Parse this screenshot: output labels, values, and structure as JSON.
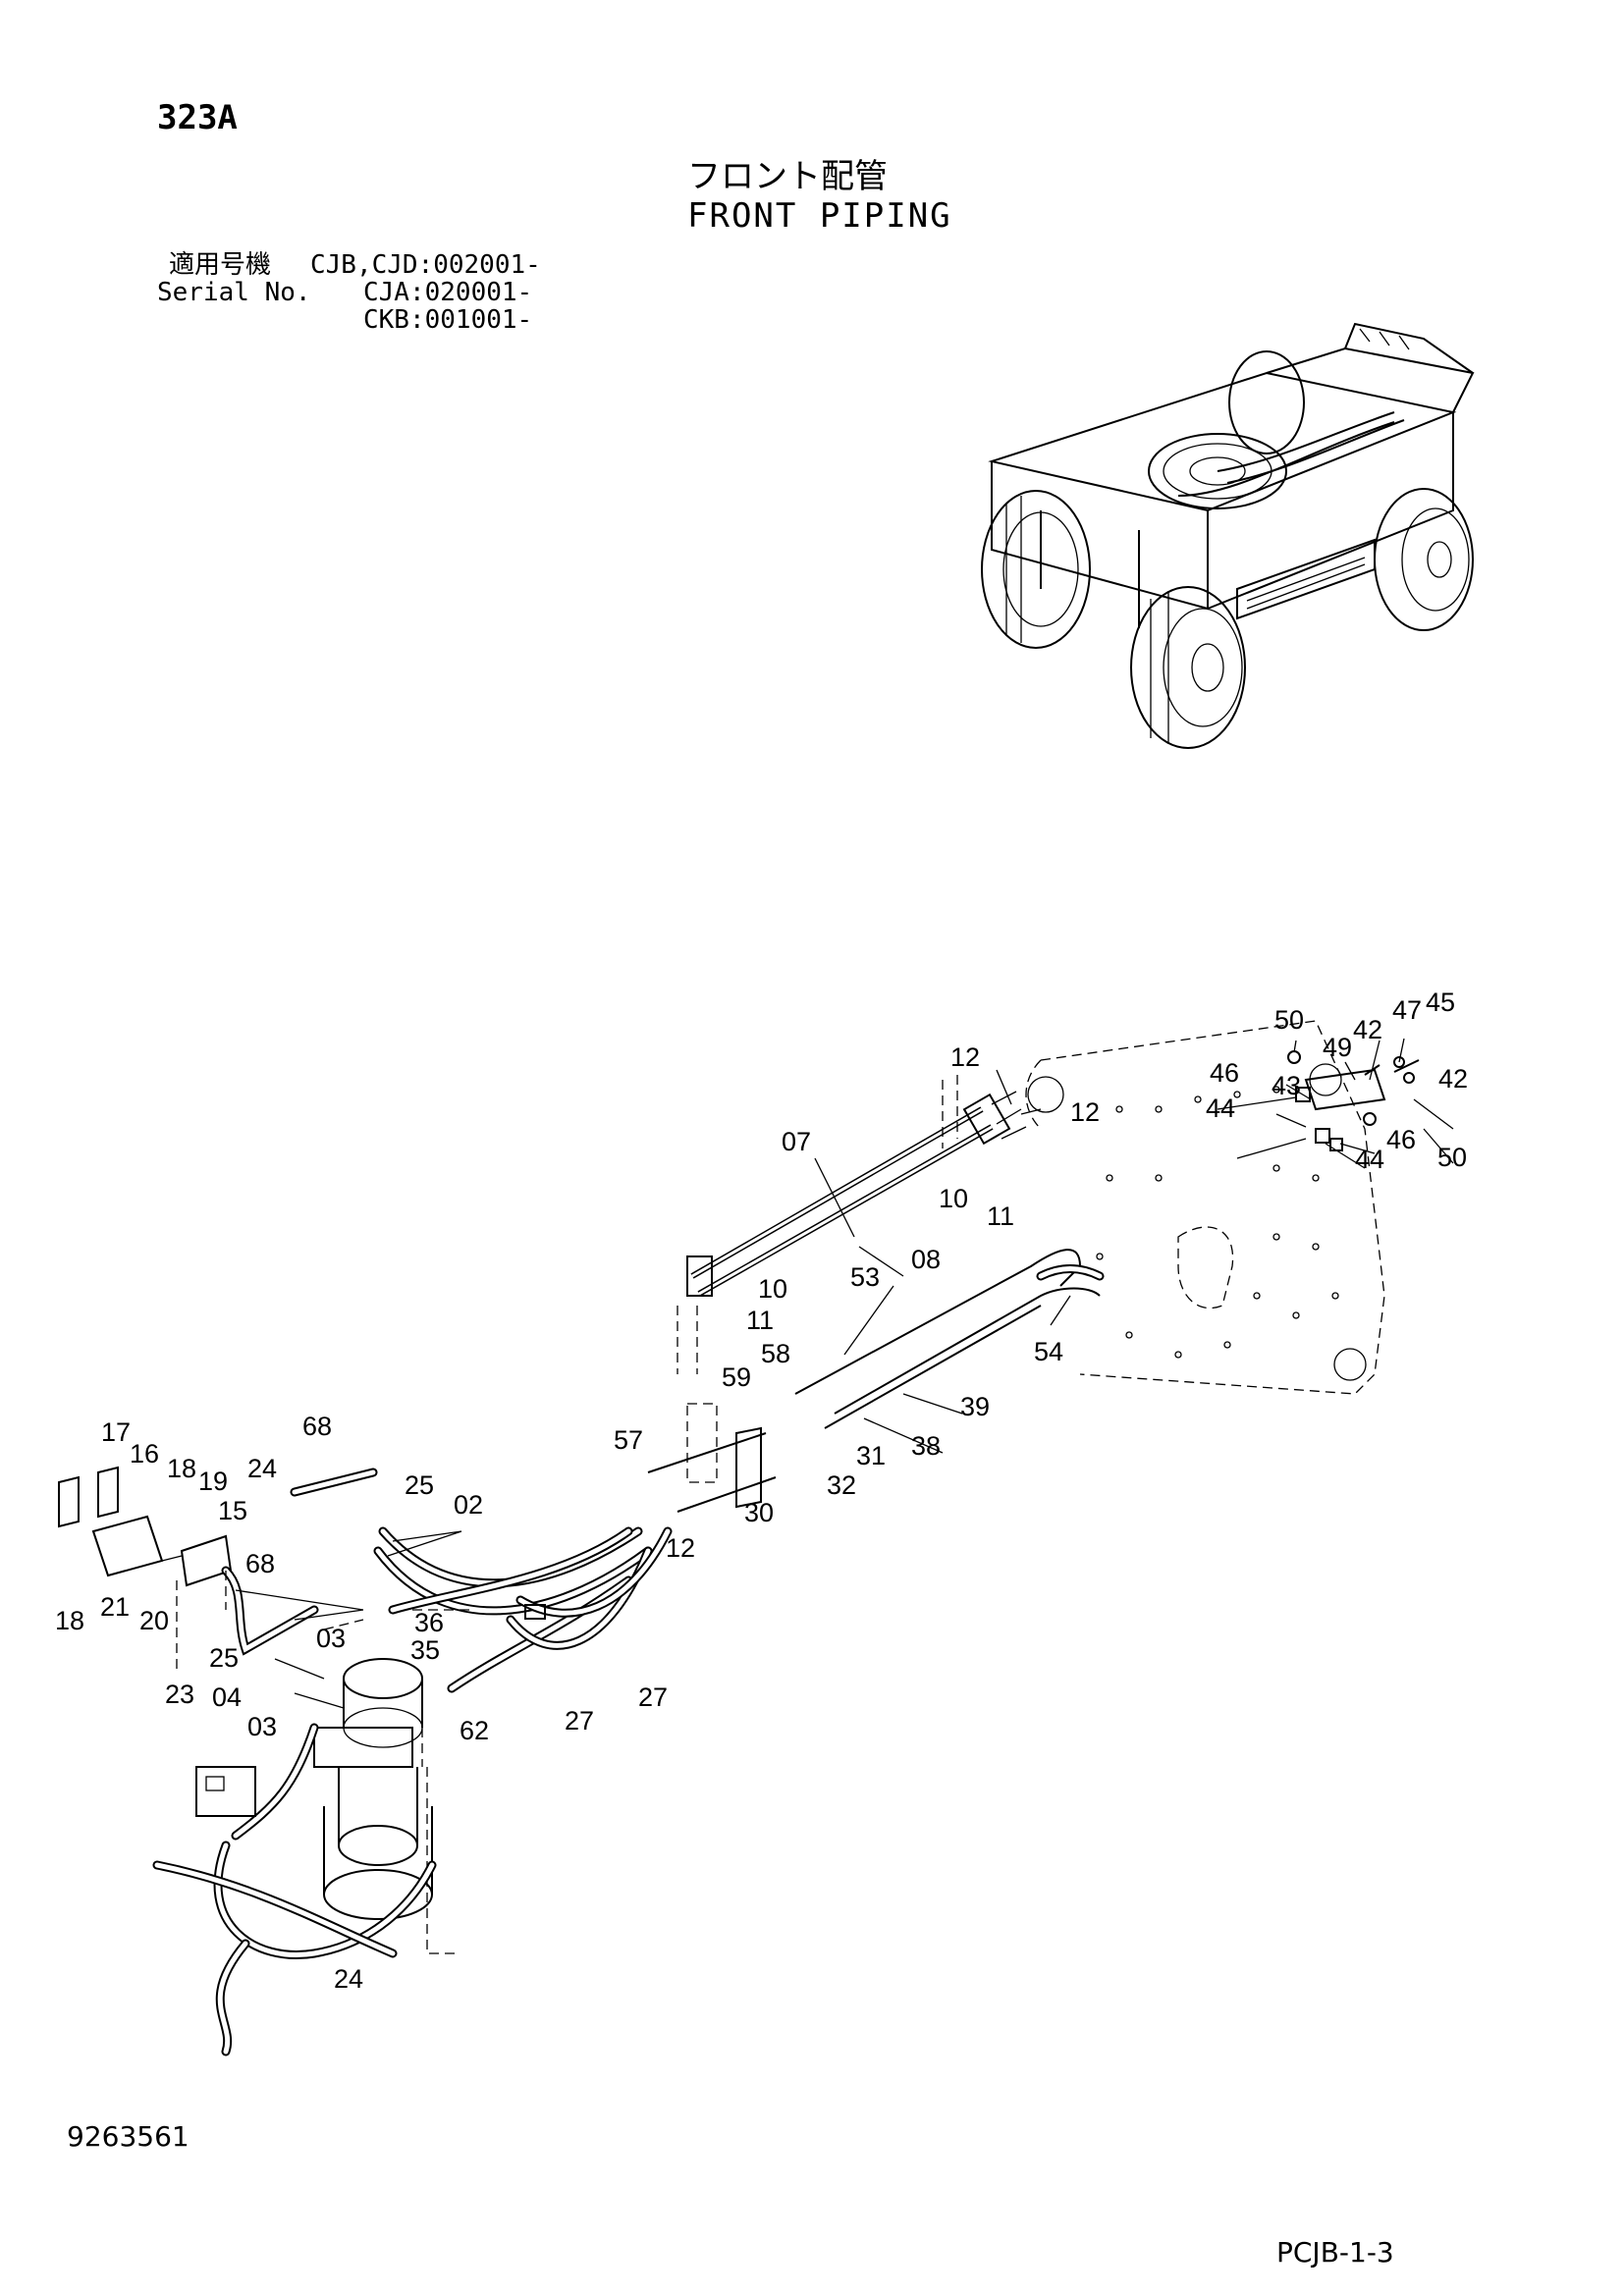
{
  "header": {
    "page_code": "323A",
    "title_jp": "フロント配管",
    "title_en": "FRONT PIPING"
  },
  "serial": {
    "label_jp": "適用号機",
    "label_en": "Serial No.",
    "values": [
      "CJB,CJD:002001-",
      "CJA:020001-",
      "CKB:001001-"
    ]
  },
  "footer": {
    "doc_number": "9263561",
    "sheet_code": "PCJB-1-3"
  },
  "callouts": {
    "c50a": "50",
    "c47": "47",
    "c45": "45",
    "c42a": "42",
    "c49": "49",
    "c42b": "42",
    "c46a": "46",
    "c43": "43",
    "c44a": "44",
    "c46b": "46",
    "c44b": "44",
    "c50b": "50",
    "c12a": "12",
    "c12b": "12",
    "c07": "07",
    "c10a": "10",
    "c11a": "11",
    "c08": "08",
    "c53": "53",
    "c10b": "10",
    "c11b": "11",
    "c54": "54",
    "c58": "58",
    "c59": "59",
    "c39": "39",
    "c38": "38",
    "c31": "31",
    "c32": "32",
    "c57": "57",
    "c30": "30",
    "c12c": "12",
    "c02": "02",
    "c17": "17",
    "c16": "16",
    "c18a": "18",
    "c19": "19",
    "c15": "15",
    "c68a": "68",
    "c24a": "24",
    "c25a": "25",
    "c68b": "68",
    "c18b": "18",
    "c21": "21",
    "c20": "20",
    "c25b": "25",
    "c23": "23",
    "c03a": "03",
    "c04": "04",
    "c03b": "03",
    "c36": "36",
    "c35": "35",
    "c62": "62",
    "c27a": "27",
    "c27b": "27",
    "c24b": "24"
  }
}
